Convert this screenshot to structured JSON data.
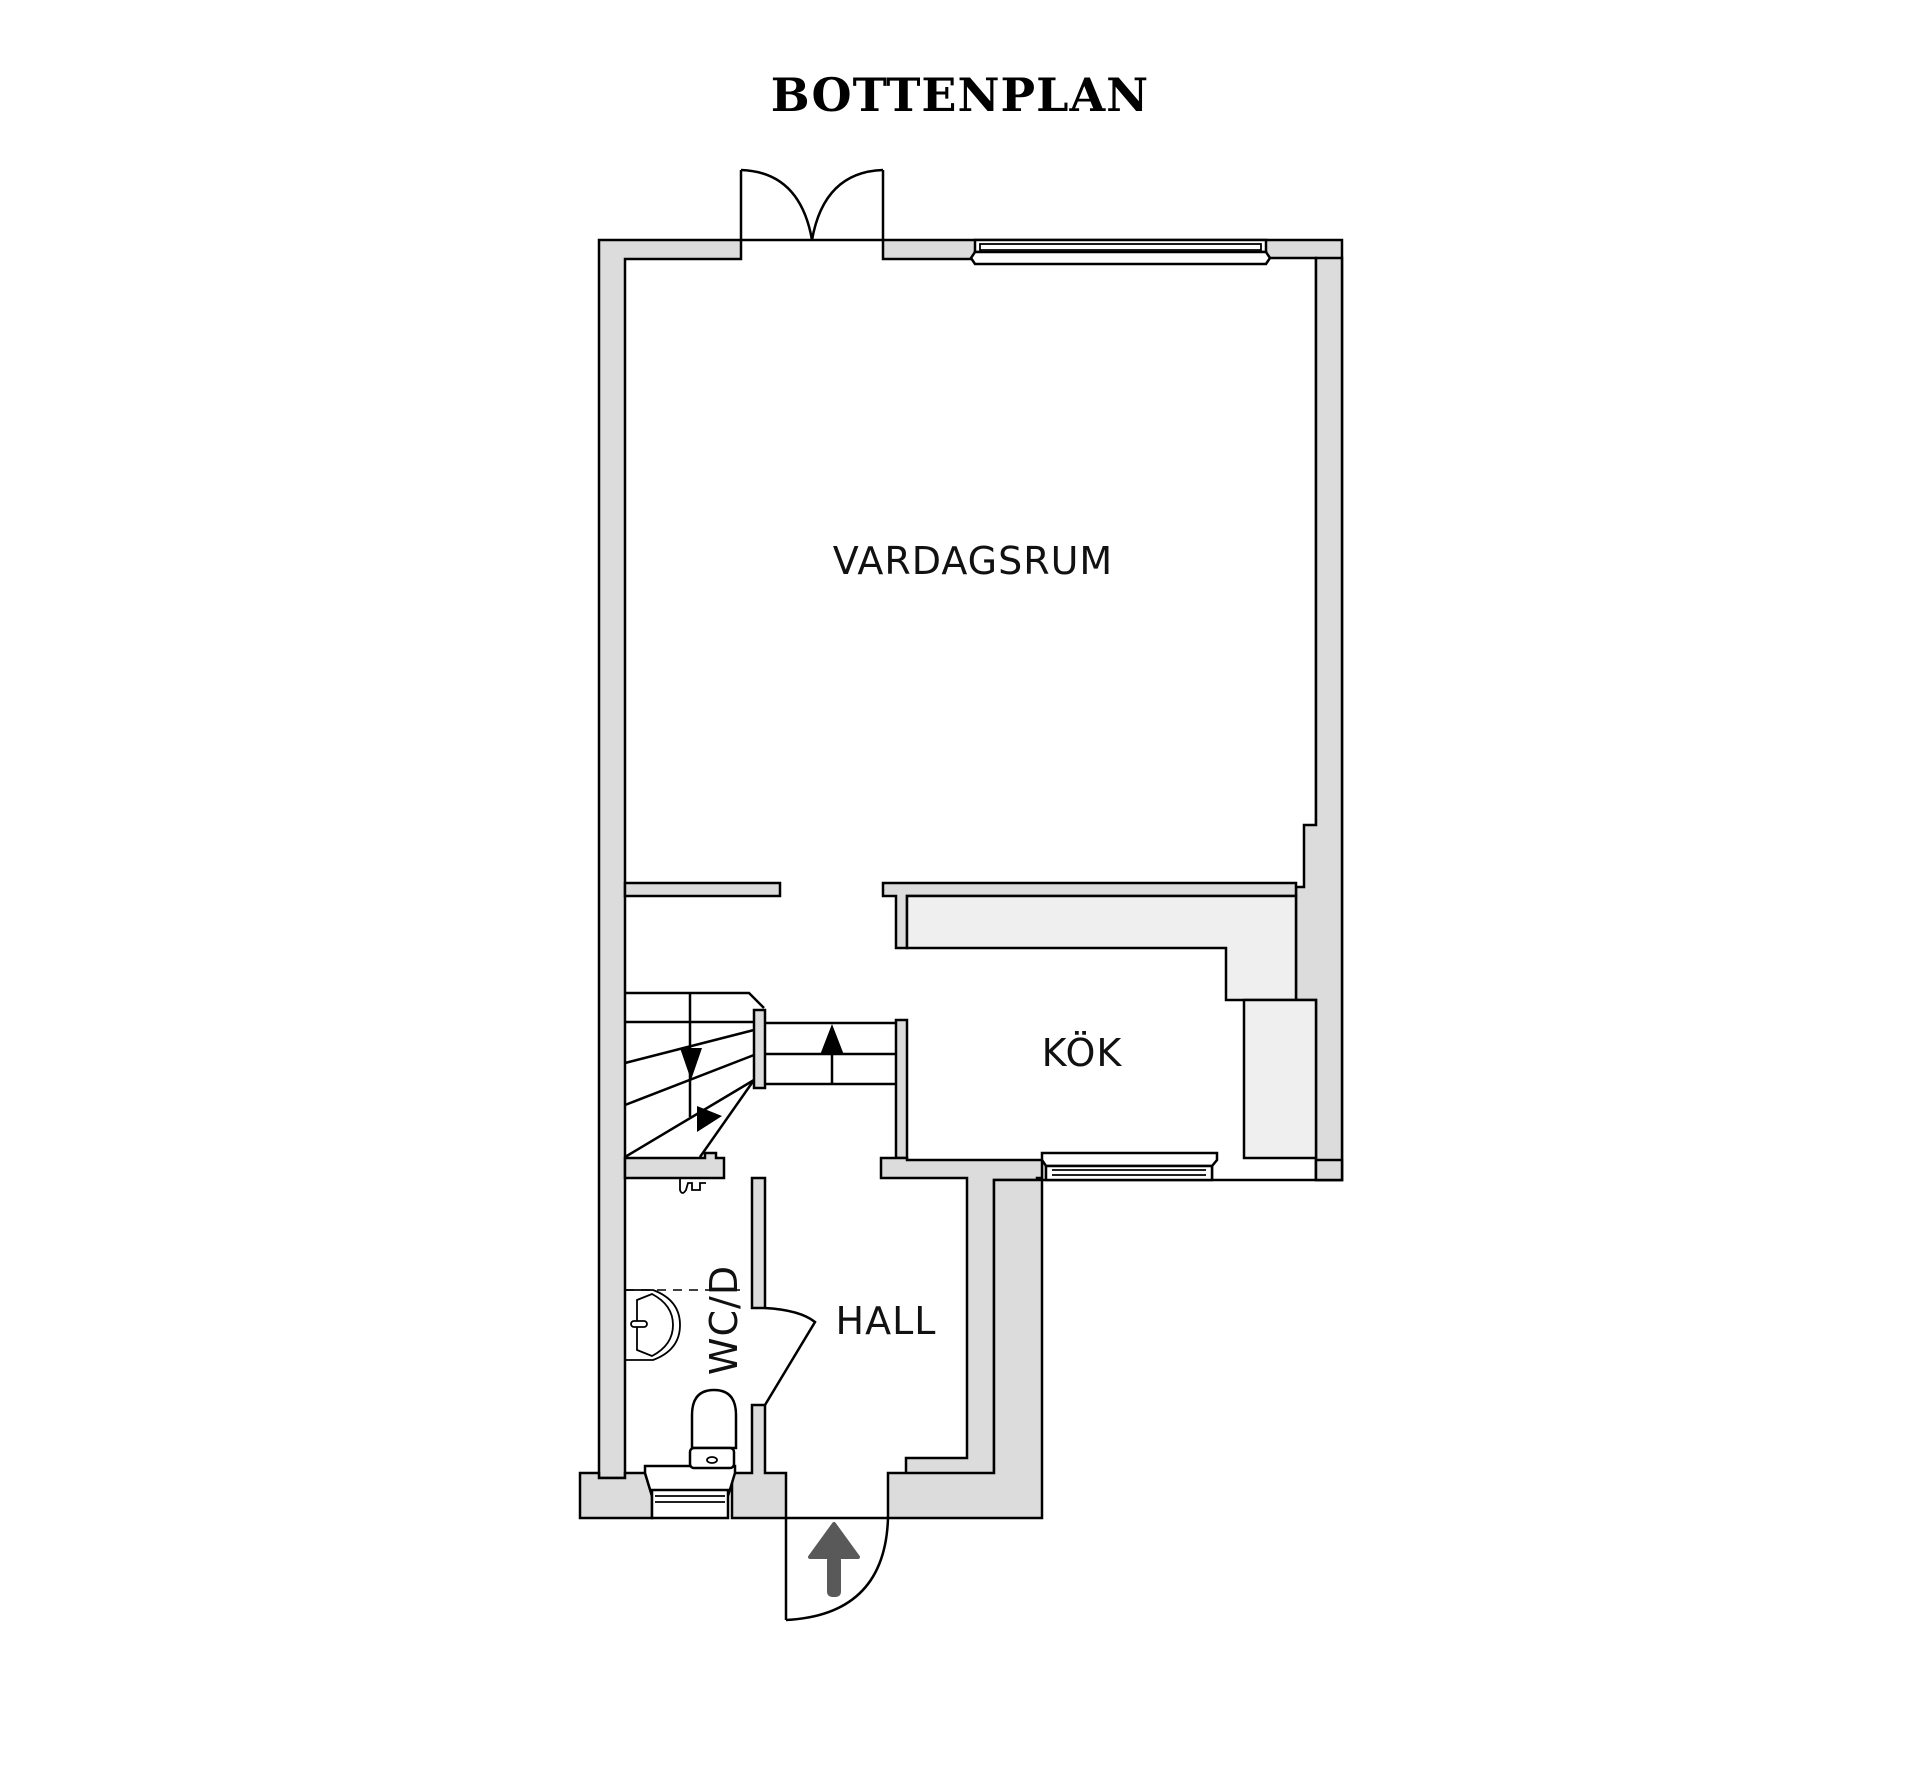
{
  "plan": {
    "title": "BOTTENPLAN",
    "rooms": [
      {
        "id": "vardagsrum",
        "label": "VARDAGSRUM"
      },
      {
        "id": "kok",
        "label": "KÖK"
      },
      {
        "id": "hall",
        "label": "HALL"
      },
      {
        "id": "wcd",
        "label": "WC/D"
      }
    ],
    "entrance_arrow_color": "#595959",
    "wall_color": "#dcdcdc",
    "fixture_color": "#efefef"
  }
}
